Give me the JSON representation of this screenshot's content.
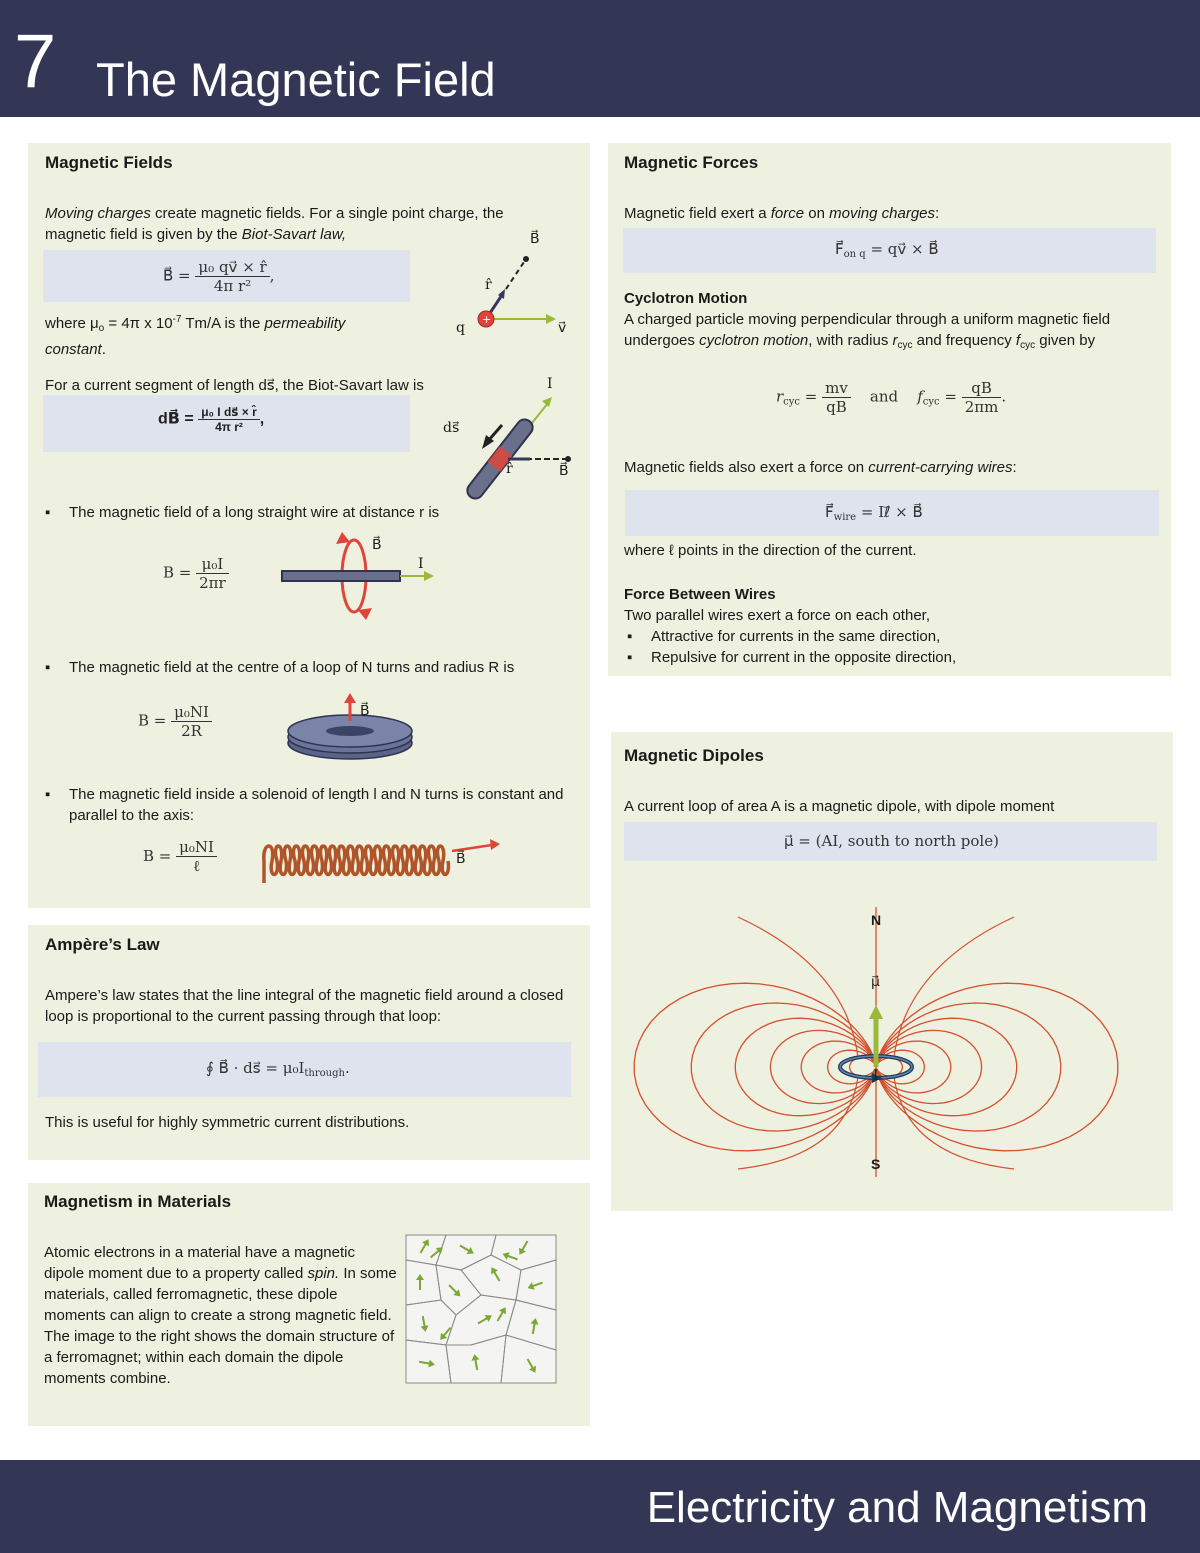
{
  "header": {
    "chapter_number": "7",
    "chapter_title": "The Magnetic Field"
  },
  "footer": {
    "text": "Electricity and Magnetism"
  },
  "magnetic_fields": {
    "heading": "Magnetic Fields",
    "intro_1": "Moving charges",
    "intro_2": " create magnetic fields.  For a single point charge, the magnetic field is given by the ",
    "intro_3": "Biot-Savart law,",
    "eq1_lhs": "B⃗ =",
    "eq1_num": "μ₀ qv⃗ × r̂",
    "eq1_den": "4π      r²",
    "mu_1": "where μ",
    "mu_2": "o",
    "mu_3": " = 4π x 10",
    "mu_4": "-7",
    "mu_5": " Tm/A is the ",
    "mu_6": "permeability constant",
    "mu_7": ".",
    "seg_text": "For a current segment of length ds⃗, the Biot-Savart law is",
    "eq2_lhs": "dB⃗ =",
    "eq2_num": "μ₀ I ds⃗ × r̂",
    "eq2_den": "4π     r²",
    "eq2_tail": ",",
    "bullet_wire": "The magnetic field of a long straight wire at distance r is",
    "eq_wire_lhs": "B =",
    "eq_wire_num": "μ₀I",
    "eq_wire_den": "2πr",
    "bullet_loop": "The magnetic field at the centre of a loop of N turns and radius R is",
    "eq_loop_lhs": "B =",
    "eq_loop_num": "μ₀NI",
    "eq_loop_den": "2R",
    "bullet_solenoid": "The magnetic field inside a solenoid of length l and N turns is constant and parallel to the axis:",
    "eq_sol_lhs": "B =",
    "eq_sol_num": "μ₀NI",
    "eq_sol_den": "ℓ",
    "fig_labels": {
      "B": "B⃗",
      "r": "r̂",
      "q": "q",
      "v": "v⃗",
      "I": "I",
      "ds": "ds⃗"
    }
  },
  "amperes_law": {
    "heading": "Ampère’s Law",
    "text": "Ampere’s law states that the line integral of the magnetic field around a closed loop is proportional to the current passing through that loop:",
    "eq": "∮ B⃗ · ds⃗ = μ₀I",
    "eq_sub": "through",
    "eq_tail": ".",
    "note": "This is useful for highly symmetric current distributions."
  },
  "materials": {
    "heading": "Magnetism in Materials",
    "text_1": "Atomic electrons in a material have a magnetic dipole moment due to a property called ",
    "text_2": "spin.",
    "text_3": "  In some materials, called ferromagnetic, these dipole moments can align to create a strong magnetic field.  The image to the right shows the domain structure of a ferromagnet; within each domain the dipole moments combine."
  },
  "magnetic_forces": {
    "heading": "Magnetic Forces",
    "intro_1": "Magnetic field exert a ",
    "intro_2": "force",
    "intro_3": " on ",
    "intro_4": "moving charges",
    "intro_5": ":",
    "eq_force": "F⃗",
    "eq_force_sub": "on q",
    "eq_force_rhs": " = qv⃗ × B⃗",
    "cyclotron_heading": "Cyclotron Motion",
    "cyc_1": "A charged particle moving perpendicular through a uniform magnetic field undergoes ",
    "cyc_2": "cyclotron motion",
    "cyc_3": ", with radius ",
    "cyc_r": "r",
    "cyc_r_sub": "cyc",
    "cyc_4": " and frequency ",
    "cyc_f": "f",
    "cyc_f_sub": "cyc",
    "cyc_5": " given by",
    "eq_r_lhs": "r",
    "eq_r_sub": "cyc",
    "eq_r_num": "mv",
    "eq_r_den": "qB",
    "eq_and": "and",
    "eq_f_lhs": "f",
    "eq_f_sub": "cyc",
    "eq_f_num": "qB",
    "eq_f_den": "2πm",
    "wire_1": "Magnetic fields also exert a force on ",
    "wire_2": "current-carrying wires",
    "wire_3": ":",
    "eq_wire": "F⃗",
    "eq_wire_sub": "wire",
    "eq_wire_rhs": " = Iℓ⃗ × B⃗",
    "wire_note": "where ℓ points in the direction of the current.",
    "fbw_heading": "Force Between Wires",
    "fbw_text": "Two parallel wires exert a force on each other,",
    "fbw_b1": "Attractive for currents in the same direction,",
    "fbw_b2": "Repulsive for current in the opposite direction,"
  },
  "dipoles": {
    "heading": "Magnetic Dipoles",
    "text": "A current loop of area A is a magnetic dipole, with dipole moment",
    "eq": "μ⃗ = (AI, south to north pole)",
    "fig_N": "N",
    "fig_S": "S",
    "fig_mu": "μ⃗",
    "fig_I": "I"
  },
  "colors": {
    "header_bg": "#333755",
    "panel_bg": "#eef0e0",
    "eq_bg": "#dfe3ee",
    "field_line": "#d5502e",
    "arrow_green": "#9ab83a",
    "arrow_red": "#e0443a"
  }
}
